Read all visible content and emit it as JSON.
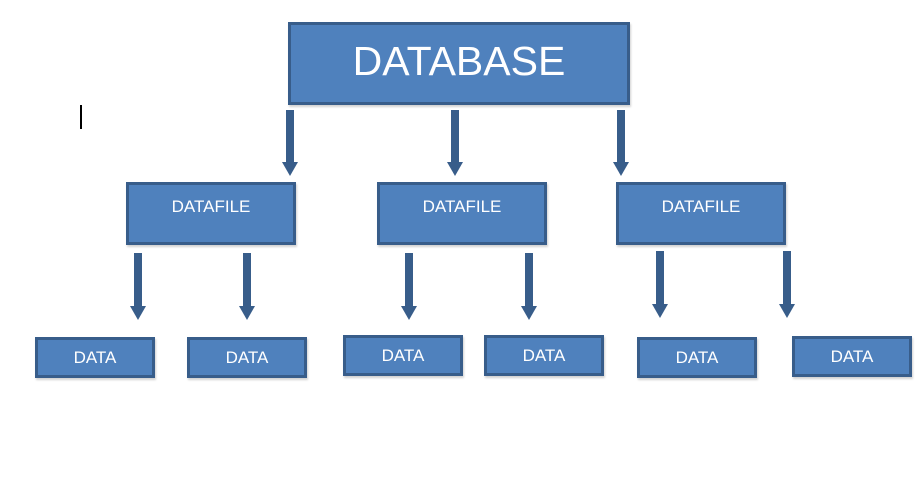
{
  "diagram": {
    "root": {
      "label": "DATABASE"
    },
    "datafiles": [
      {
        "label": "DATAFILE",
        "children": [
          "DATA",
          "DATA"
        ]
      },
      {
        "label": "DATAFILE",
        "children": [
          "DATA",
          "DATA"
        ]
      },
      {
        "label": "DATAFILE",
        "children": [
          "DATA",
          "DATA"
        ]
      }
    ]
  },
  "colors": {
    "box_fill": "#4f81bd",
    "box_border": "#385d8a",
    "arrow": "#385d8a",
    "text": "#ffffff"
  }
}
